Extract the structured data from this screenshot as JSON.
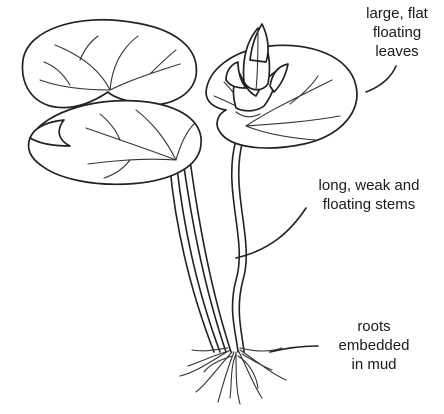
{
  "labels": {
    "leaves": [
      "large, flat",
      "floating",
      "leaves"
    ],
    "stems": [
      "long, weak and",
      "floating stems"
    ],
    "roots": [
      "roots",
      "embedded",
      "in mud"
    ]
  }
}
